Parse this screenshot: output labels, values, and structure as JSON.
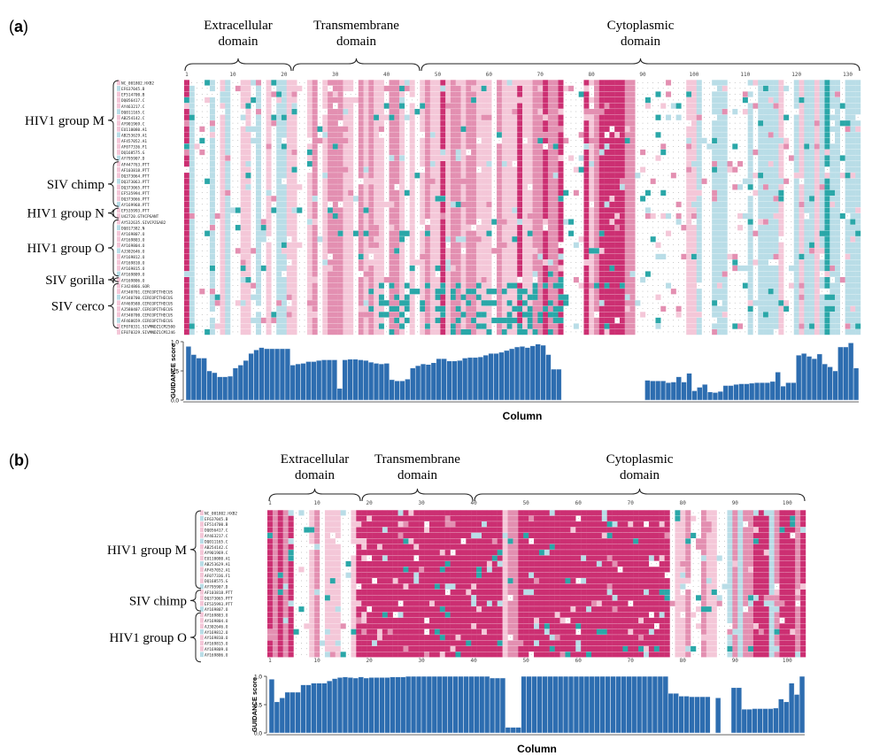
{
  "panels": [
    {
      "id": "panel-a",
      "label": "(a)",
      "label_letter": "a",
      "domains": [
        {
          "name": "Extracellular domain",
          "lines": [
            "Extracellular",
            "domain"
          ]
        },
        {
          "name": "Transmembrane domain",
          "lines": [
            "Transmembrane",
            "domain"
          ]
        },
        {
          "name": "Cytoplasmic domain",
          "lines": [
            "Cytoplasmic",
            "domain"
          ]
        }
      ],
      "groups": [
        {
          "name": "HIV1 group M",
          "rows": 14
        },
        {
          "name": "SIV chimp",
          "rows": 8
        },
        {
          "name": "HIV1 group N",
          "rows": 2
        },
        {
          "name": "HIV1 group O",
          "rows": 10
        },
        {
          "name": "SIV gorilla",
          "rows": 1
        },
        {
          "name": "SIV cerco",
          "rows": 8
        }
      ],
      "sequence_ids": [
        "NC_001802.HXB2",
        "EF637045.B",
        "EF514700.B",
        "DQ056417.C",
        "AY463217.C",
        "DQ011165.C",
        "AB254142.C",
        "AY901969.C",
        "EU110080.A1",
        "AB253629.A1",
        "AF457052.A1",
        "AF077336.F1",
        "DQ168575.G",
        "AY795907.D",
        "AF447763.PTT",
        "AF103818.PTT",
        "DQ373064.PTT",
        "DQ373063.PTT",
        "DQ373065.PTT",
        "EF535994.PTT",
        "DQ373066.PTT",
        "AY169968.PTT",
        "EF535993.PTT",
        "U42720.GTVCPGANT",
        "AY532635.SIVCPZGAB2",
        "DQ017382.N",
        "AY169807.O",
        "AY169803.O",
        "AY169804.O",
        "AJ302646.O",
        "AY169812.O",
        "AY169810.O",
        "AY169815.O",
        "AY169809.O",
        "AY169806.O",
        "FJ424866.GOR",
        "AY340701.CERCOPITHECUS",
        "AY340700.CERCOPITHECUS",
        "AY469588.CERCOPITHECUS",
        "AJ580407.CERCOPITHECUS",
        "AY340700.CERCOPITHECUS",
        "AF468659.CERCOPITHECUS",
        "EF070331.SIVMNDZ1CM2500",
        "EF070329.SIVMNDZ1CM1246"
      ],
      "ruler_ticks": [
        "1",
        "10",
        "20",
        "30",
        "40",
        "50",
        "60",
        "70",
        "80",
        "90",
        "100",
        "110",
        "120",
        "130"
      ],
      "chart_data": {
        "type": "bar",
        "ylabel": "GUIDANCE score",
        "xlabel": "Column",
        "ylim": [
          0,
          1
        ],
        "yticks": [
          "0.0",
          "0.5",
          "1.0"
        ],
        "values": [
          0.92,
          0.78,
          0.72,
          0.72,
          0.5,
          0.47,
          0.4,
          0.4,
          0.41,
          0.55,
          0.6,
          0.68,
          0.8,
          0.86,
          0.9,
          0.88,
          0.88,
          0.88,
          0.88,
          0.88,
          0.6,
          0.62,
          0.63,
          0.66,
          0.66,
          0.68,
          0.69,
          0.69,
          0.69,
          0.2,
          0.69,
          0.7,
          0.7,
          0.69,
          0.68,
          0.65,
          0.63,
          0.62,
          0.63,
          0.35,
          0.33,
          0.33,
          0.36,
          0.55,
          0.59,
          0.62,
          0.61,
          0.64,
          0.71,
          0.71,
          0.67,
          0.67,
          0.68,
          0.72,
          0.73,
          0.73,
          0.74,
          0.77,
          0.8,
          0.8,
          0.82,
          0.85,
          0.88,
          0.91,
          0.92,
          0.9,
          0.93,
          0.96,
          0.94,
          0.78,
          0.53,
          0.53,
          null,
          null,
          null,
          null,
          null,
          null,
          null,
          null,
          null,
          null,
          null,
          null,
          null,
          null,
          null,
          null,
          0.34,
          0.33,
          0.33,
          0.33,
          0.3,
          0.31,
          0.4,
          0.31,
          0.46,
          0.16,
          0.22,
          0.27,
          0.14,
          0.13,
          0.15,
          0.25,
          0.25,
          0.27,
          0.28,
          0.28,
          0.29,
          0.3,
          0.3,
          0.3,
          0.32,
          0.48,
          0.24,
          0.3,
          0.3,
          0.77,
          0.8,
          0.75,
          0.71,
          0.79,
          0.62,
          0.57,
          0.5,
          0.91,
          0.91,
          0.98,
          0.55
        ]
      }
    },
    {
      "id": "panel-b",
      "label": "(b)",
      "label_letter": "b",
      "domains": [
        {
          "name": "Extracellular domain",
          "lines": [
            "Extracellular",
            "domain"
          ]
        },
        {
          "name": "Transmembrane domain",
          "lines": [
            "Transmembrane",
            "domain"
          ]
        },
        {
          "name": "Cytoplasmic domain",
          "lines": [
            "Cytoplasmic",
            "domain"
          ]
        }
      ],
      "groups": [
        {
          "name": "HIV1 group M",
          "rows": 14
        },
        {
          "name": "SIV chimp",
          "rows": 4
        },
        {
          "name": "HIV1 group O",
          "rows": 9
        }
      ],
      "sequence_ids": [
        "NC_001802.HXB2",
        "EF637045.B",
        "EF514700.B",
        "DQ056417.C",
        "AY463217.C",
        "DQ011165.C",
        "AB254142.C",
        "AY901969.C",
        "EU110080.A1",
        "AB253629.A1",
        "AF457052.A1",
        "AF077336.F1",
        "DQ168575.G",
        "AY795907.D",
        "AF103818.PTT",
        "DQ373065.PTT",
        "EF535993.PTT",
        "AY169807.O",
        "AY169803.O",
        "AY169804.O",
        "AJ302646.O",
        "AY169812.O",
        "AY169810.O",
        "AY169815.O",
        "AY169809.O",
        "AY169806.O"
      ],
      "ruler_ticks": [
        "1",
        "10",
        "20",
        "30",
        "40",
        "50",
        "60",
        "70",
        "80",
        "90",
        "100"
      ],
      "chart_data": {
        "type": "bar",
        "ylabel": "GUIDANCE score",
        "xlabel": "Column",
        "ylim": [
          0,
          1
        ],
        "yticks": [
          "0.0",
          "0.5",
          "1.0"
        ],
        "values": [
          0.95,
          0.55,
          0.62,
          0.72,
          0.72,
          0.72,
          0.85,
          0.85,
          0.88,
          0.88,
          0.88,
          0.92,
          0.96,
          0.98,
          0.99,
          0.98,
          0.97,
          0.99,
          0.97,
          0.98,
          0.98,
          0.98,
          0.98,
          0.99,
          0.99,
          0.99,
          1.0,
          1.0,
          1.0,
          1.0,
          1.0,
          1.0,
          1.0,
          1.0,
          1.0,
          1.0,
          1.0,
          1.0,
          1.0,
          1.0,
          1.0,
          1.0,
          0.97,
          0.97,
          0.97,
          0.1,
          0.1,
          0.1,
          1.0,
          1.0,
          1.0,
          1.0,
          1.0,
          1.0,
          1.0,
          1.0,
          1.0,
          1.0,
          1.0,
          1.0,
          1.0,
          1.0,
          1.0,
          1.0,
          1.0,
          1.0,
          1.0,
          1.0,
          1.0,
          1.0,
          1.0,
          1.0,
          1.0,
          1.0,
          1.0,
          1.0,
          0.7,
          0.7,
          0.65,
          0.65,
          0.64,
          0.64,
          0.64,
          0.64,
          null,
          0.62,
          null,
          null,
          0.8,
          0.8,
          0.42,
          0.42,
          0.43,
          0.43,
          0.43,
          0.43,
          0.44,
          0.6,
          0.55,
          0.88,
          0.68,
          1.0
        ]
      }
    }
  ],
  "colors": {
    "high": "#cc2f72",
    "mid": "#e38fb1",
    "low": "#f4c7d8",
    "teal": "#2aa7a8",
    "lightblue": "#b9dde7",
    "gray": "#8f8f8f",
    "bar": "#2d6db0"
  }
}
